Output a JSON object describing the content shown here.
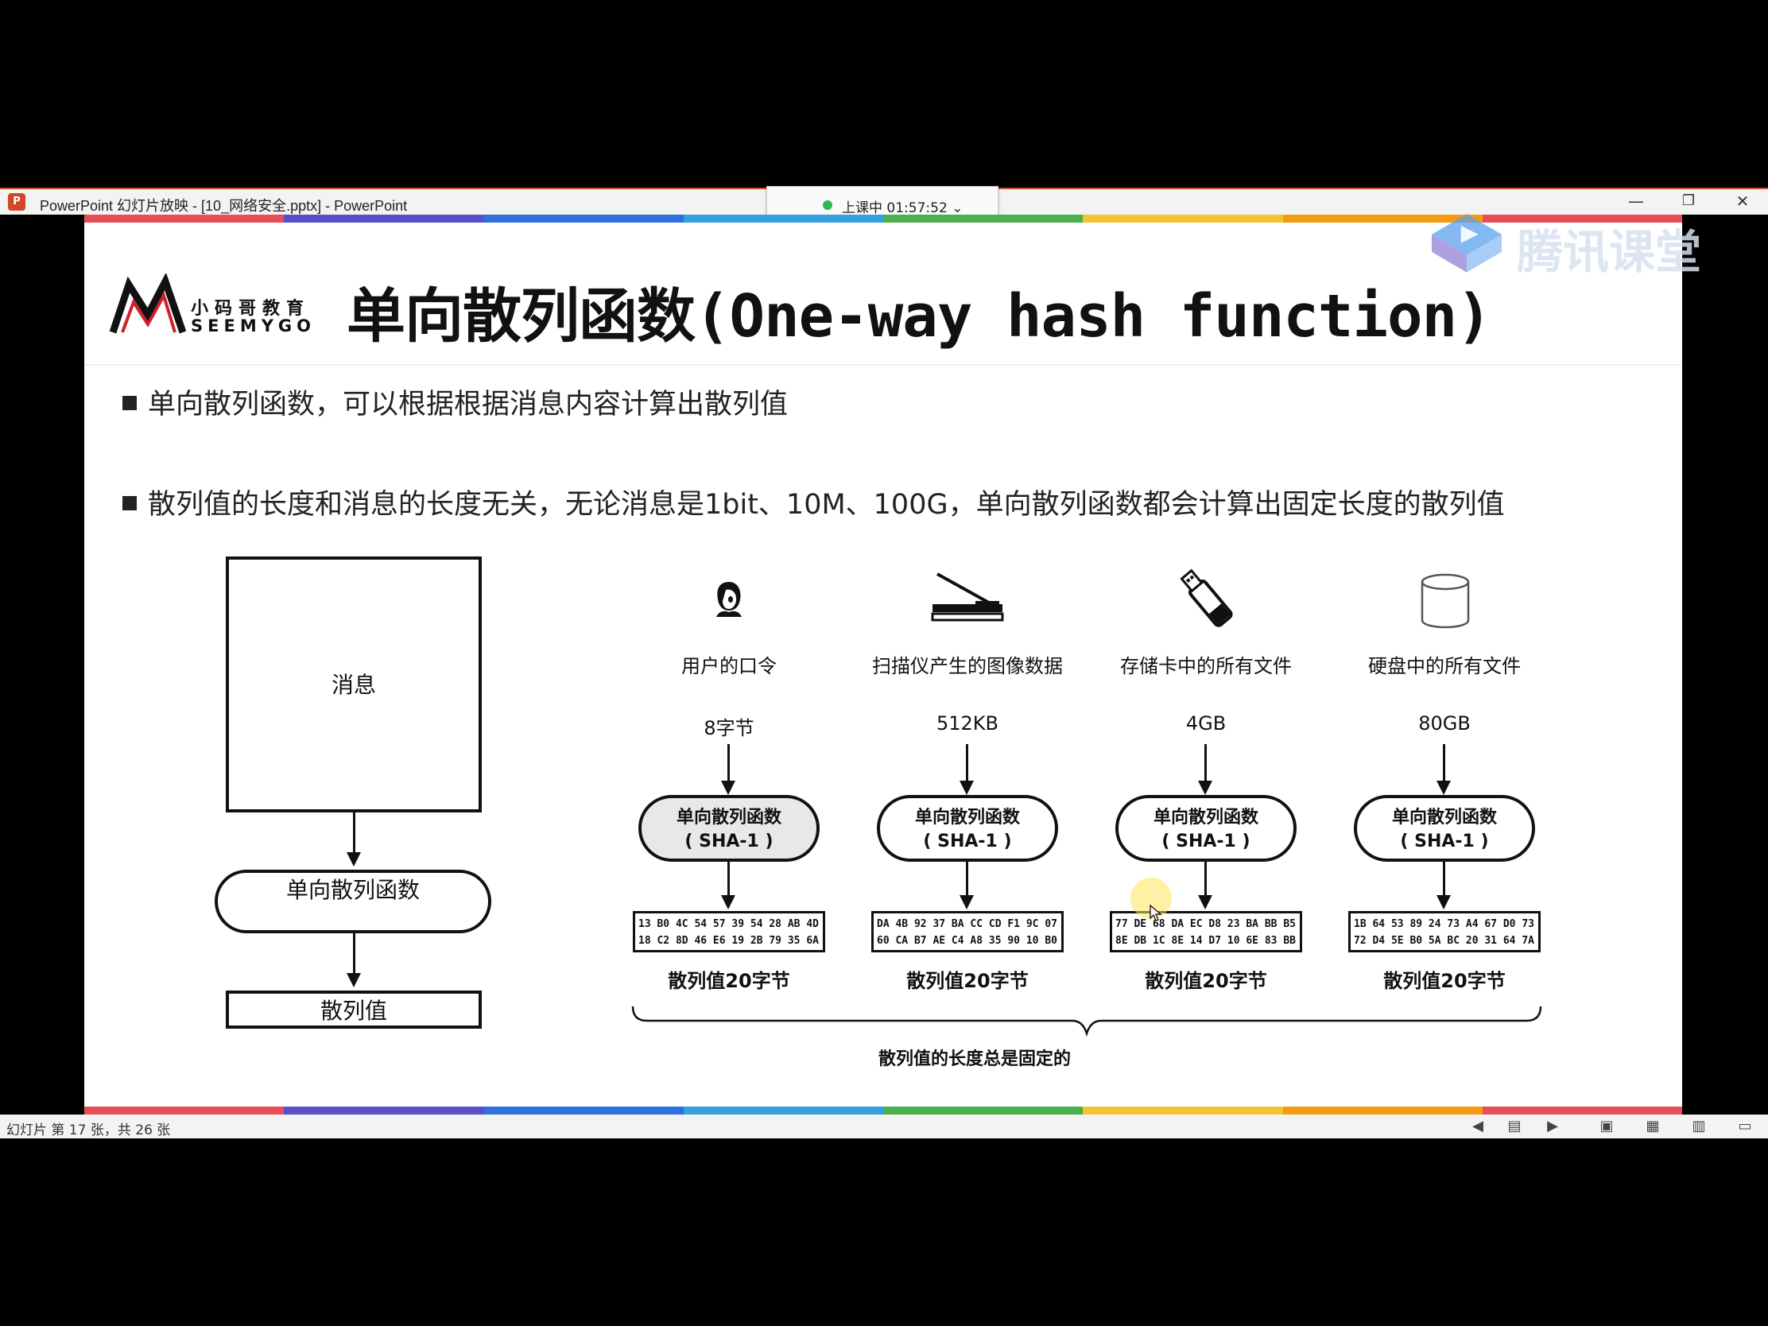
{
  "window": {
    "title": "PowerPoint 幻灯片放映 - [10_网络安全.pptx] - PowerPoint",
    "app_icon_letter": "P",
    "live_status": "上课中 01:57:52 ⌄",
    "controls": {
      "minimize": "—",
      "restore": "❐",
      "close": "✕"
    }
  },
  "watermark": {
    "text": "腾讯课堂"
  },
  "slide": {
    "logo": {
      "cn": "小码哥教育",
      "en": "SEEMYGO"
    },
    "title": "单向散列函数(One-way hash function)",
    "bullets": [
      "单向散列函数，可以根据根据消息内容计算出散列值",
      "散列值的长度和消息的长度无关，无论消息是1bit、10M、100G，单向散列函数都会计算出固定长度的散列值"
    ],
    "flow": {
      "message": "消息",
      "function": "单向散列函数",
      "hash": "散列值"
    },
    "columns": [
      {
        "icon": "person-icon",
        "label": "用户的口令",
        "size": "8字节",
        "fn_line1": "单向散列函数",
        "fn_line2": "( SHA-1 )",
        "hex_line1": "13 B0 4C 54 57 39 54 28 AB 4D",
        "hex_line2": "18 C2 8D 46 E6 19 2B 79 35 6A",
        "caption": "散列值20字节"
      },
      {
        "icon": "scanner-icon",
        "label": "扫描仪产生的图像数据",
        "size": "512KB",
        "fn_line1": "单向散列函数",
        "fn_line2": "( SHA-1 )",
        "hex_line1": "DA 4B 92 37 BA CC CD F1 9C 07",
        "hex_line2": "60 CA B7 AE C4 A8 35 90 10 B0",
        "caption": "散列值20字节"
      },
      {
        "icon": "usb-drive-icon",
        "label": "存储卡中的所有文件",
        "size": "4GB",
        "fn_line1": "单向散列函数",
        "fn_line2": "( SHA-1 )",
        "hex_line1": "77 DE 68 DA EC D8 23 BA BB B5",
        "hex_line2": "8E DB 1C 8E 14 D7 10 6E 83 BB",
        "caption": "散列值20字节"
      },
      {
        "icon": "disk-icon",
        "label": "硬盘中的所有文件",
        "size": "80GB",
        "fn_line1": "单向散列函数",
        "fn_line2": "( SHA-1 )",
        "hex_line1": "1B 64 53 89 24 73 A4 67 D0 73",
        "hex_line2": "72 D4 5E B0 5A BC 20 31 64 7A",
        "caption": "散列值20字节"
      }
    ],
    "brace_caption": "散列值的长度总是固定的",
    "rainbow_colors": [
      "#e84d5a",
      "#5b4fc7",
      "#2f6fde",
      "#36a0de",
      "#4cae4c",
      "#f4c430",
      "#f39c12",
      "#e84d5a"
    ]
  },
  "status": {
    "slide_counter": "幻灯片 第 17 张，共 26 张"
  }
}
